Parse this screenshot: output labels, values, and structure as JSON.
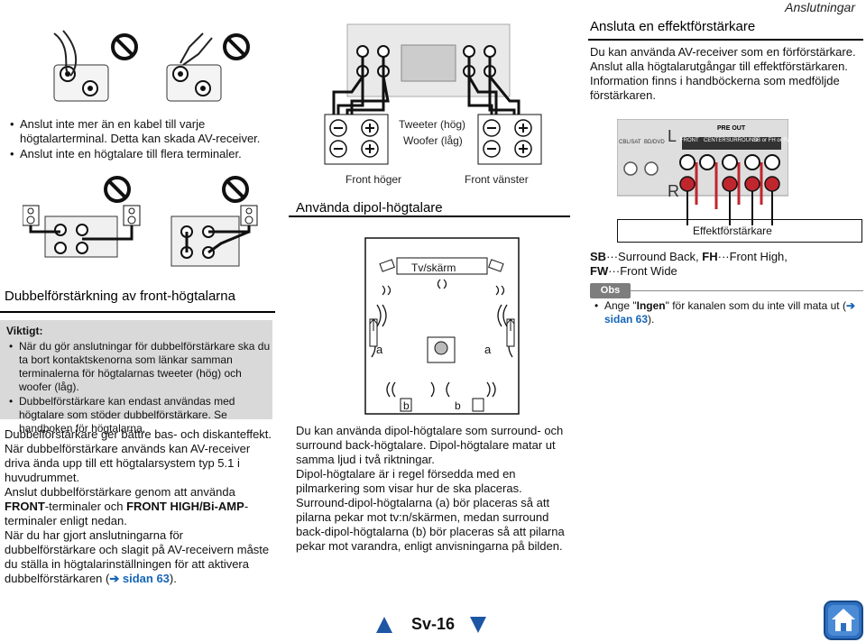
{
  "header": {
    "section": "Anslutningar"
  },
  "warnings": {
    "bullets": [
      "Anslut inte mer än en kabel till varje högtalarterminal. Detta kan skada AV-receiver.",
      "Anslut inte en högtalare till flera terminaler."
    ]
  },
  "front_diagram": {
    "tweeter": "Tweeter (hög)",
    "woofer": "Woofer (låg)",
    "front_right": "Front höger",
    "front_left": "Front vänster"
  },
  "biamp": {
    "title": "Dubbelförstärkning av front-högtalarna",
    "important_title": "Viktigt:",
    "important_bullets": [
      "När du gör anslutningar för dubbelförstärkare ska du ta bort kontaktskenorna som länkar samman terminalerna för högtalarnas tweeter (hög) och woofer (låg).",
      "Dubbelförstärkare kan endast användas med högtalare som stöder dubbelförstärkare. Se handboken för högtalarna."
    ],
    "para1": "Dubbelförstärkare ger bättre bas- och diskanteffekt.",
    "para2": "När dubbelförstärkare används kan AV-receiver driva ända upp till ett högtalarsystem typ 5.1 i huvudrummet.",
    "para3_a": "Anslut dubbelförstärkare genom att använda ",
    "para3_b": "FRONT",
    "para3_c": "-terminaler och ",
    "para3_d": "FRONT HIGH/Bi-AMP",
    "para3_e": "-terminaler enligt nedan.",
    "para4_a": "När du har gjort anslutningarna för dubbelförstärkare och slagit på AV-receivern måste du ställa in högtalarinställningen för att aktivera dubbelförstärkaren (",
    "para4_arrow": "➔",
    "para4_link": "sidan 63",
    "para4_b": ")."
  },
  "dipole": {
    "title": "Använda dipol-högtalare",
    "screen_label": "Tv/skärm",
    "label_a": "a",
    "label_b": "b",
    "para": [
      "Du kan använda dipol-högtalare som surround- och surround back-högtalare. Dipol-högtalare matar ut samma ljud i två riktningar.",
      "Dipol-högtalare är i regel försedda med en pilmarkering som visar hur de ska placeras. Surround-dipol-högtalarna (a) bör placeras så att pilarna pekar mot tv:n/skärmen, medan surround back-dipol-högtalarna (b) bör placeras så att pilarna pekar mot varandra, enligt anvisningarna på bilden."
    ]
  },
  "effect_amp": {
    "title": "Ansluta en effektförstärkare",
    "body": "Du kan använda AV-receiver som en förförstärkare. Anslut alla högtalarutgångar till effektförstärkaren. Information finns i handböckerna som medföljde förstärkaren.",
    "panel_l": "L",
    "panel_r": "R",
    "pre_out": "PRE OUT",
    "col_front": "FRONT",
    "col_center": "CENTER",
    "col_surround": "SURROUND",
    "col_sb": "SB or FH or FW",
    "cbl_sat": "CBL/SAT",
    "bd_dvd": "BD/DVD",
    "amp_caption": "Effektförstärkare",
    "legend_sb_key": "SB",
    "legend_sb_val": "···Surround Back, ",
    "legend_fh_key": "FH",
    "legend_fh_val": "···Front High,",
    "legend_fw_key": "FW",
    "legend_fw_val": "···Front Wide",
    "note_badge": "Obs",
    "note_a": "Ange \"",
    "note_b": "Ingen",
    "note_c": "\" för kanalen som du inte vill mata ut (",
    "note_arrow": "➔",
    "note_link": "sidan 63",
    "note_d": ")."
  },
  "footer": {
    "page": "Sv-16"
  },
  "colors": {
    "accent_blue": "#1565b8",
    "nav_blue": "#1d56a5",
    "gray_box": "#d9d9d9",
    "speaker_red": "#c0262d"
  }
}
